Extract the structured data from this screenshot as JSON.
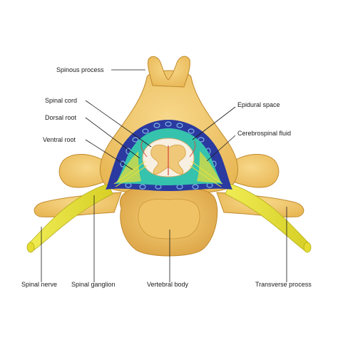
{
  "labels": {
    "spinous_process": "Spinous process",
    "spinal_cord": "Spinal cord",
    "dorsal_root": "Dorsal root",
    "ventral_root": "Ventral root",
    "epidural_space": "Epidural space",
    "cerebrospinal_fluid": "Cerebrospinal fluid",
    "spinal_nerve": "Spinal nerve",
    "spinal_ganglion": "Spinal ganglion",
    "vertebral_body": "Vertebral body",
    "transverse_process": "Transverse process"
  },
  "colors": {
    "bone": "#f3cb72",
    "bone_shade": "#e3ad45",
    "bone_outline": "#c08a2c",
    "dura_blue": "#2b3aa0",
    "csf_teal": "#35c3ad",
    "epidural_green": "#b6d65a",
    "cord_white": "#f7f0e2",
    "grey_matter": "#f0c879",
    "nerve_yellow": "#e8e43a",
    "vessel_red": "#d5453a"
  }
}
